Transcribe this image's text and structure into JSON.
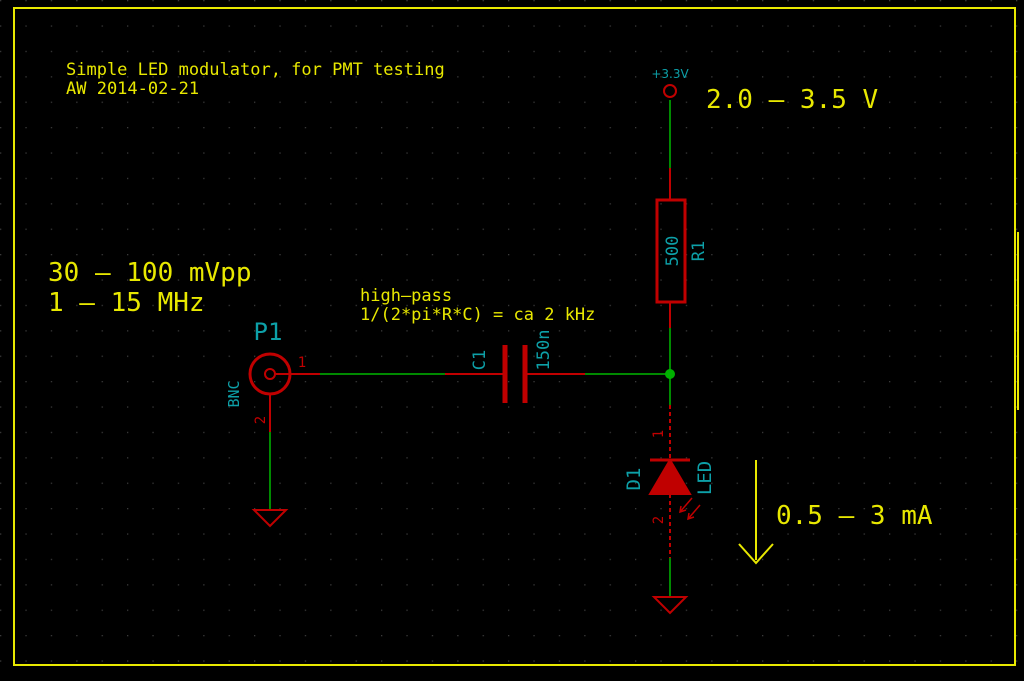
{
  "colors": {
    "background": "#000000",
    "border": "#e8e800",
    "wire": "#008a00",
    "component": "#c00000",
    "reference": "#0da0a8",
    "note": "#e8e800",
    "grid_dot": "#3a3a3a"
  },
  "notes": {
    "title_line1": "Simple LED modulator, for PMT testing",
    "title_line2": "AW 2014-02-21",
    "input_line1": "30 — 100 mVpp",
    "input_line2": "1 — 15 MHz",
    "highpass_line1": "high—pass",
    "highpass_line2": "1/(2*pi*R*C) = ca 2 kHz",
    "voltage": "2.0 — 3.5 V",
    "current": "0.5 — 3 mA"
  },
  "power": {
    "label": "+3.3V"
  },
  "components": {
    "p1": {
      "ref": "P1",
      "value": "BNC",
      "pin1": "1",
      "pin2": "2"
    },
    "c1": {
      "ref": "C1",
      "value": "150n"
    },
    "r1": {
      "ref": "R1",
      "value": "500"
    },
    "d1": {
      "ref": "D1",
      "value": "LED",
      "pin1": "1",
      "pin2": "2"
    }
  }
}
